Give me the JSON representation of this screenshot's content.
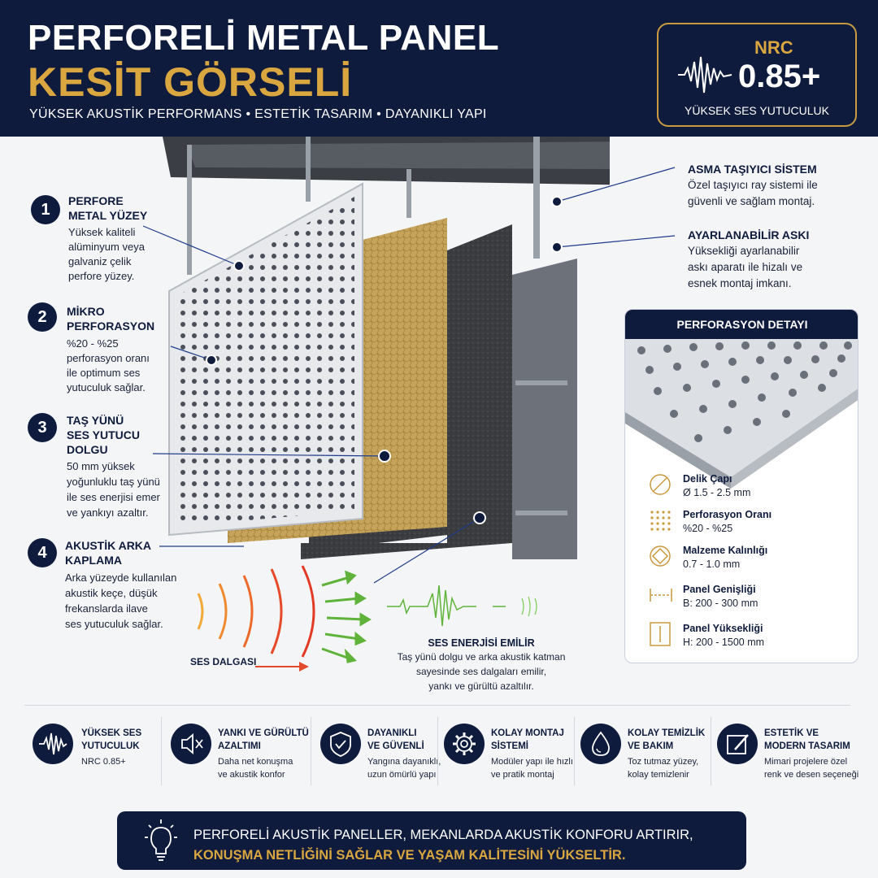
{
  "header": {
    "title_line1": "PERFORELİ METAL PANEL",
    "title_line2": "KESİT GÖRSELİ",
    "subtitle": "YÜKSEK AKUSTİK PERFORMANS • ESTETİK TASARIM • DAYANIKLI YAPI",
    "nrc": {
      "label": "NRC",
      "value": "0.85+",
      "caption": "YÜKSEK SES YUTUCULUK",
      "icon": "sound-wave-icon"
    }
  },
  "left_items": [
    {
      "number": "1",
      "title_l1": "PERFORE",
      "title_l2": "METAL YÜZEY",
      "body": [
        "Yüksek kaliteli",
        "alüminyum veya",
        "galvaniz çelik",
        "perfore yüzey."
      ]
    },
    {
      "number": "2",
      "title_l1": "MİKRO",
      "title_l2": "PERFORASYON",
      "body": [
        "%20 - %25",
        "perforasyon oranı",
        "ile optimum ses",
        "yutuculuk sağlar."
      ]
    },
    {
      "number": "3",
      "title_l1": "TAŞ YÜNÜ",
      "title_l2": "SES YUTUCU",
      "title_l3": "DOLGU",
      "body": [
        "50 mm yüksek",
        "yoğunluklu taş yünü",
        "ile ses enerjisi emer",
        "ve yankıyı azaltır."
      ]
    },
    {
      "number": "4",
      "title_l1": "AKUSTİK ARKA",
      "title_l2": "KAPLAMA",
      "body": [
        "Arka yüzeyde kullanılan",
        "akustik keçe, düşük",
        "frekanslarda ilave",
        "ses yutuculuk sağlar."
      ]
    }
  ],
  "right_items": [
    {
      "title": "ASMA TAŞIYICI SİSTEM",
      "body": [
        "Özel taşıyıcı ray sistemi ile",
        "güvenli ve sağlam montaj."
      ]
    },
    {
      "title": "AYARLANABİLİR ASKI",
      "body": [
        "Yüksekliği ayarlanabilir",
        "askı aparatı ile hizalı ve",
        "esnek montaj imkanı."
      ]
    }
  ],
  "detail": {
    "title": "PERFORASYON DETAYI",
    "specs": [
      {
        "label": "Delik Çapı",
        "value": "Ø 1.5 - 2.5 mm",
        "icon": "diameter-icon"
      },
      {
        "label": "Perforasyon Oranı",
        "value": "%20 - %25",
        "icon": "dot-grid-icon"
      },
      {
        "label": "Malzeme Kalınlığı",
        "value": "0.7 - 1.0 mm",
        "icon": "thickness-icon"
      },
      {
        "label": "Panel Genişliği",
        "value": "B: 200 - 300 mm",
        "icon": "width-icon"
      },
      {
        "label": "Panel Yüksekliği",
        "value": "H: 200 - 1500 mm",
        "icon": "height-icon"
      }
    ]
  },
  "sound": {
    "wave_label": "SES DALGASI",
    "absorb_title": "SES ENERJİSİ EMİLİR",
    "absorb_body": [
      "Taş yünü dolgu ve arka akustik katman",
      "sayesinde ses dalgaları emilir,",
      "yankı ve gürültü azaltılır."
    ]
  },
  "features": [
    {
      "title": [
        "YÜKSEK SES",
        "YUTUCULUK"
      ],
      "body": [
        "NRC 0.85+"
      ],
      "icon": "sound-wave-icon"
    },
    {
      "title": [
        "YANKI VE GÜRÜLTÜ",
        "AZALTIMI"
      ],
      "body": [
        "Daha net konuşma",
        "ve akustik konfor"
      ],
      "icon": "speaker-mute-icon"
    },
    {
      "title": [
        "DAYANIKLI",
        "VE GÜVENLİ"
      ],
      "body": [
        "Yangına dayanıklı,",
        "uzun ömürlü yapı"
      ],
      "icon": "shield-check-icon"
    },
    {
      "title": [
        "KOLAY MONTAJ",
        "SİSTEMİ"
      ],
      "body": [
        "Modüler yapı ile hızlı",
        "ve pratik montaj"
      ],
      "icon": "gear-icon"
    },
    {
      "title": [
        "KOLAY TEMİZLİK",
        "VE BAKIM"
      ],
      "body": [
        "Toz tutmaz yüzey,",
        "kolay temizlenir"
      ],
      "icon": "water-drop-icon"
    },
    {
      "title": [
        "ESTETİK VE",
        "MODERN TASARIM"
      ],
      "body": [
        "Mimari projelere özel",
        "renk ve desen seçeneği"
      ],
      "icon": "design-pencil-icon"
    }
  ],
  "banner": {
    "line1": "PERFORELİ AKUSTİK PANELLER, MEKANLARDA AKUSTİK KONFORU ARTIRIR,",
    "line2": "KONUŞMA NETLİĞİNİ SAĞLAR VE YAŞAM KALİTESİNİ YÜKSELTİR.",
    "icon": "lightbulb-icon"
  },
  "colors": {
    "navy": "#0f1b3d",
    "gold": "#d9a640",
    "green": "#5fb33a",
    "red": "#e24a2a"
  }
}
